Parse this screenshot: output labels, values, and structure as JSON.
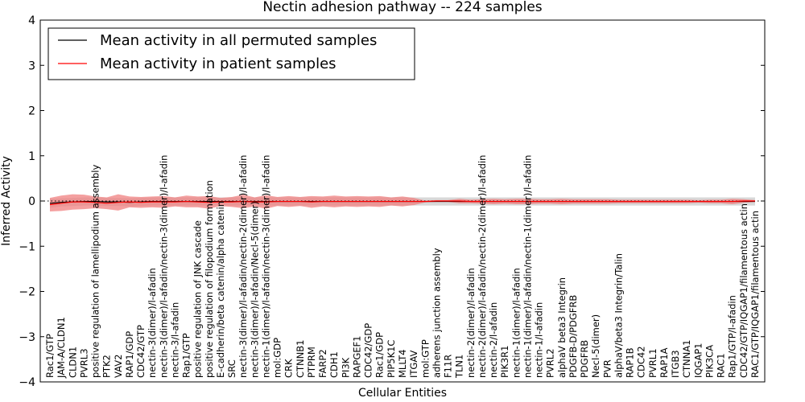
{
  "chart_data": {
    "type": "line",
    "title": "Nectin adhesion pathway -- 224 samples",
    "xlabel": "Cellular Entities",
    "ylabel": "Inferred Activity",
    "ylim": [
      -4,
      4
    ],
    "yticks": [
      -4,
      -3,
      -2,
      -1,
      0,
      1,
      2,
      3,
      4
    ],
    "grid": false,
    "legend_position": "top-left",
    "categories": [
      "Rac1/GTP",
      "JAM-A/CLDN1",
      "CLDN1",
      "PVRL3",
      "positive regulation of lamellipodium assembly",
      "PTK2",
      "VAV2",
      "RAP1/GDP",
      "CDC42/GTP",
      "nectin-3(dimer)/l-afadin",
      "nectin-3(dimer)/l-afadin/nectin-3(dimer)/l-afadin",
      "nectin-3/l-afadin",
      "Rap1/GTP",
      "positive regulation of JNK cascade",
      "positive regulation of filopodium formation",
      "E-cadherin/beta catenin/alpha catenin",
      "SRC",
      "nectin-3(dimer)/l-afadin/nectin-2(dimer)/l-afadin",
      "nectin-3(dimer)/l-afadin/Necl-5(dimer)",
      "nectin-1(dimer)/l-afadin/nectin-3(dimer)/l-afadin",
      "mol:GDP",
      "CRK",
      "CTNNB1",
      "PTPRM",
      "FARP2",
      "CDH1",
      "PI3K",
      "RAPGEF1",
      "CDC42/GDP",
      "Rac1/GDP",
      "PIP5K1C",
      "MLLT4",
      "ITGAV",
      "mol:GTP",
      "adherens junction assembly",
      "F11R",
      "TLN1",
      "nectin-2(dimer)/l-afadin",
      "nectin-2(dimer)/l-afadin/nectin-2(dimer)/l-afadin",
      "nectin-2/l-afadin",
      "PIK3R1",
      "nectin-1(dimer)/l-afadin",
      "nectin-1(dimer)/l-afadin/nectin-1(dimer)/l-afadin",
      "nectin-1/l-afadin",
      "PVRL2",
      "alphaV beta3 Integrin",
      "PDGFB-D/PDGFRB",
      "PDGFRB",
      "Necl-5(dimer)",
      "PVR",
      "alphaV/beta3 Integrin/Talin",
      "RAP1B",
      "CDC42",
      "PVRL1",
      "RAP1A",
      "ITGB3",
      "CTNNA1",
      "IQGAP1",
      "PIK3CA",
      "RAC1",
      "Rap1/GTP/l-afadin",
      "CDC42/GTP/IQGAP1/filamentous actin",
      "RAC1/GTP/IQGAP1/filamentous actin"
    ],
    "series": [
      {
        "name": "Mean activity in all permuted samples",
        "color": "#000000",
        "band_color": "#c8c8c8",
        "values": [
          -0.05,
          -0.03,
          -0.02,
          -0.01,
          -0.01,
          -0.02,
          -0.02,
          -0.03,
          -0.02,
          -0.01,
          -0.01,
          -0.01,
          -0.01,
          -0.01,
          -0.01,
          -0.01,
          -0.01,
          -0.01,
          -0.01,
          -0.01,
          -0.01,
          -0.01,
          -0.01,
          -0.01,
          -0.01,
          -0.01,
          -0.01,
          -0.01,
          -0.01,
          -0.01,
          -0.01,
          -0.01,
          -0.01,
          -0.01,
          -0.01,
          -0.01,
          -0.01,
          -0.01,
          -0.01,
          -0.01,
          -0.01,
          -0.01,
          -0.01,
          -0.01,
          -0.01,
          -0.01,
          -0.01,
          -0.01,
          -0.01,
          -0.01,
          -0.01,
          -0.01,
          -0.01,
          -0.01,
          -0.01,
          -0.01,
          -0.01,
          -0.01,
          -0.01,
          -0.01,
          -0.01,
          -0.01,
          -0.01
        ],
        "band": [
          0.1,
          0.09,
          0.09,
          0.09,
          0.09,
          0.09,
          0.09,
          0.09,
          0.09,
          0.09,
          0.09,
          0.09,
          0.09,
          0.09,
          0.09,
          0.09,
          0.09,
          0.09,
          0.09,
          0.09,
          0.09,
          0.09,
          0.09,
          0.09,
          0.09,
          0.09,
          0.09,
          0.09,
          0.09,
          0.09,
          0.09,
          0.09,
          0.09,
          0.09,
          0.09,
          0.09,
          0.09,
          0.09,
          0.09,
          0.09,
          0.09,
          0.09,
          0.09,
          0.09,
          0.09,
          0.09,
          0.09,
          0.09,
          0.09,
          0.09,
          0.09,
          0.09,
          0.09,
          0.09,
          0.09,
          0.09,
          0.09,
          0.09,
          0.09,
          0.09,
          0.09,
          0.09,
          0.09
        ]
      },
      {
        "name": "Mean activity in patient samples",
        "color": "#ff0000",
        "band_color": "#f08080",
        "values": [
          -0.08,
          -0.05,
          -0.02,
          -0.02,
          -0.03,
          -0.05,
          -0.03,
          -0.02,
          -0.03,
          -0.02,
          -0.02,
          -0.02,
          -0.01,
          -0.02,
          -0.03,
          -0.02,
          -0.02,
          -0.01,
          -0.02,
          -0.02,
          -0.01,
          -0.01,
          -0.01,
          -0.02,
          -0.01,
          -0.01,
          -0.01,
          -0.01,
          -0.01,
          -0.01,
          -0.01,
          -0.01,
          -0.01,
          -0.01,
          0.0,
          0.0,
          0.0,
          -0.01,
          -0.01,
          -0.01,
          -0.01,
          -0.01,
          -0.01,
          -0.01,
          -0.01,
          -0.01,
          -0.01,
          -0.01,
          -0.01,
          -0.01,
          -0.01,
          -0.01,
          -0.01,
          -0.01,
          -0.01,
          -0.01,
          -0.01,
          -0.01,
          -0.01,
          -0.01,
          -0.01,
          0.0,
          0.0
        ],
        "band": [
          0.15,
          0.17,
          0.17,
          0.16,
          0.13,
          0.13,
          0.18,
          0.12,
          0.12,
          0.12,
          0.13,
          0.1,
          0.13,
          0.12,
          0.14,
          0.09,
          0.11,
          0.15,
          0.1,
          0.15,
          0.1,
          0.12,
          0.1,
          0.13,
          0.11,
          0.13,
          0.11,
          0.12,
          0.11,
          0.12,
          0.09,
          0.11,
          0.08,
          0.02,
          0.02,
          0.02,
          0.05,
          0.04,
          0.05,
          0.06,
          0.05,
          0.06,
          0.06,
          0.05,
          0.05,
          0.06,
          0.05,
          0.05,
          0.05,
          0.05,
          0.04,
          0.04,
          0.04,
          0.04,
          0.04,
          0.04,
          0.04,
          0.03,
          0.04,
          0.04,
          0.06,
          0.04,
          0.02
        ]
      }
    ]
  }
}
